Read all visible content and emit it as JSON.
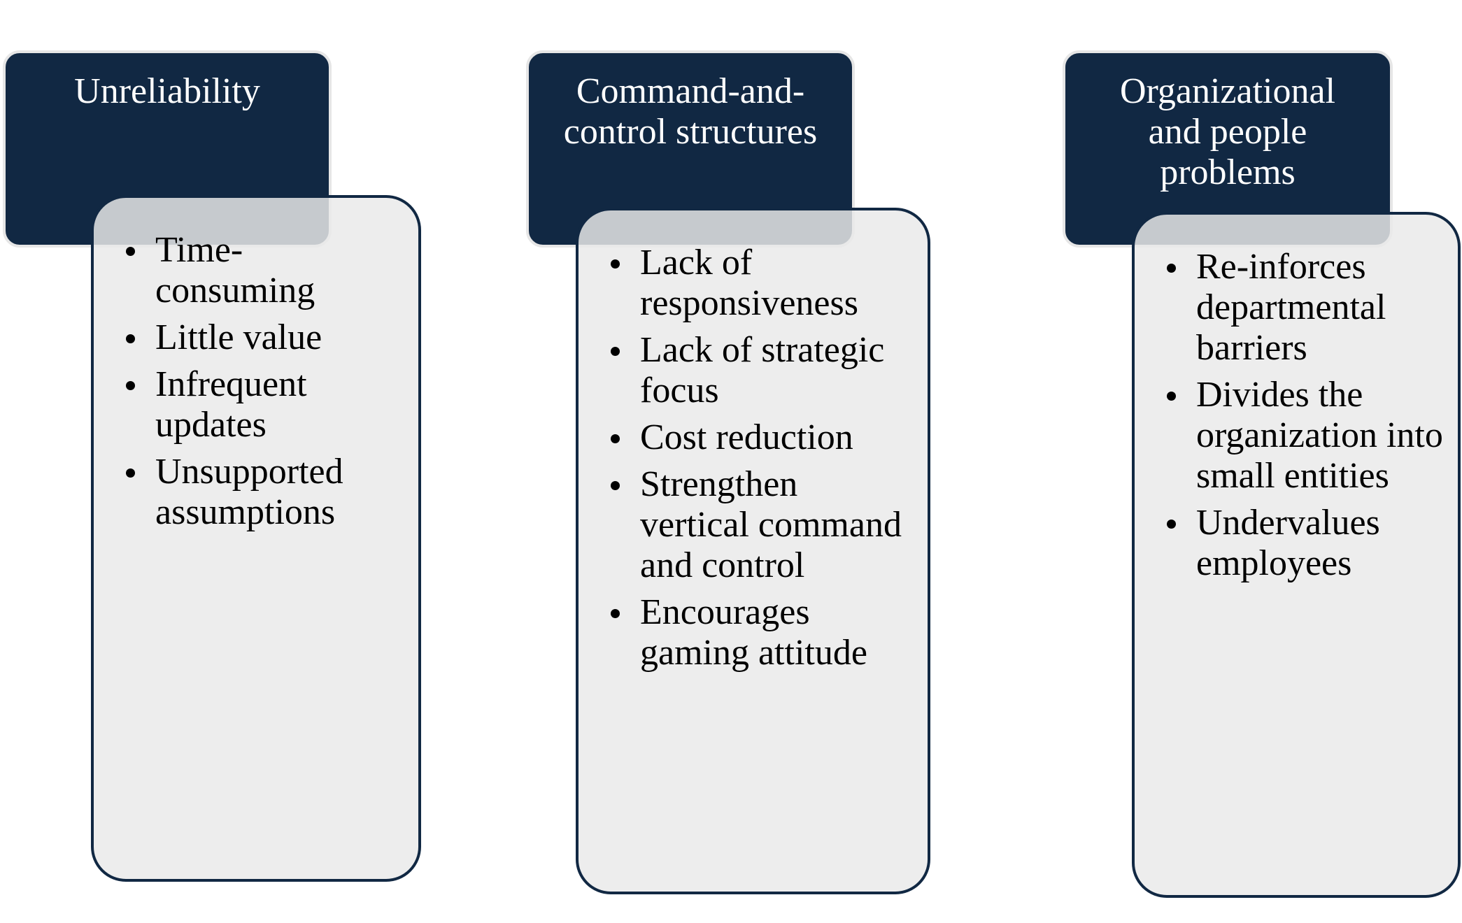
{
  "columns": [
    {
      "title": "Unreliability",
      "items": [
        "Time-consuming",
        "Little value",
        "Infrequent updates",
        "Unsupported assumptions"
      ]
    },
    {
      "title": "Command-and-control structures",
      "items": [
        "Lack of responsiveness",
        "Lack of strategic focus",
        "Cost reduction",
        "Strengthen vertical command and control",
        "Encourages gaming attitude"
      ]
    },
    {
      "title": "Organizational and people problems",
      "items": [
        "Re-inforces departmental barriers",
        "Divides the organization into small entities",
        "Undervalues employees"
      ]
    }
  ],
  "colors": {
    "header": "#112843",
    "body": "#e9e9e9",
    "border": "#112843"
  }
}
